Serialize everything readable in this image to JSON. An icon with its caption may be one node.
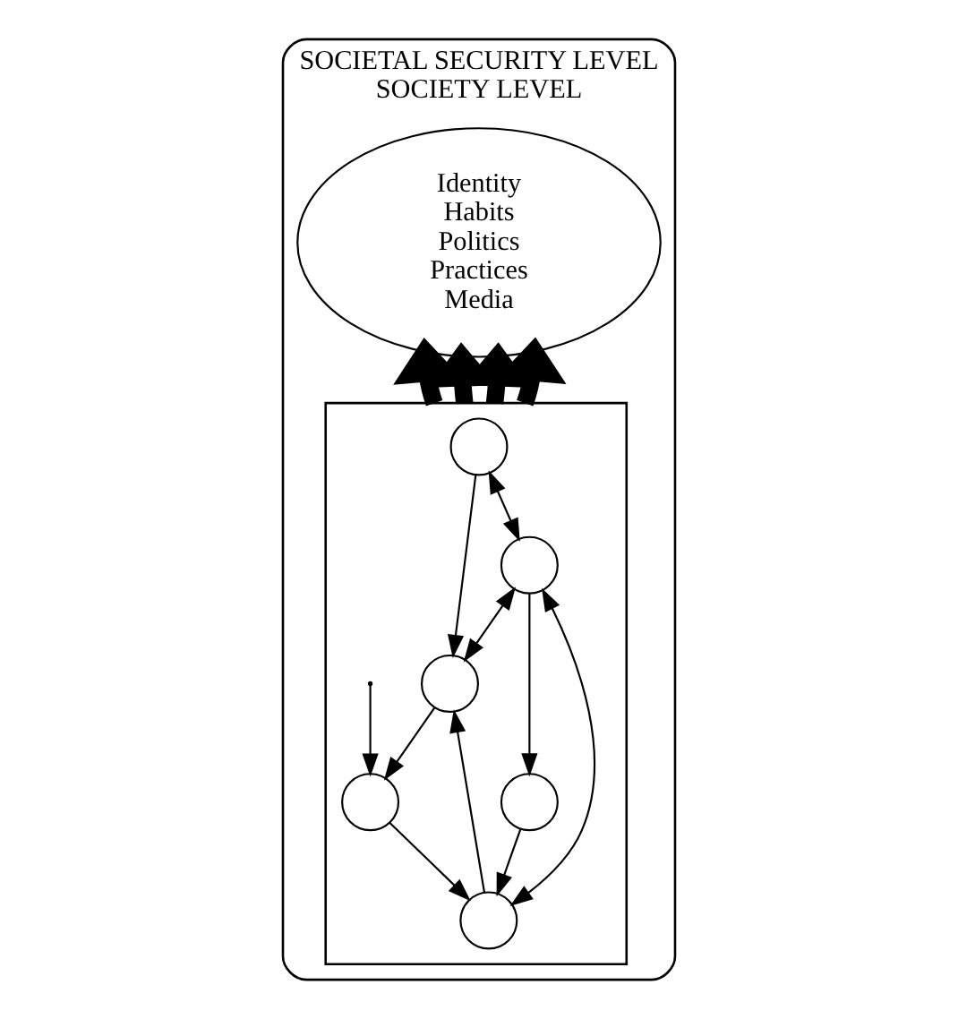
{
  "diagram": {
    "nodes": [
      {
        "text": [
          "SOCIETAL SECURITY LEVEL",
          "SOCIETY LEVEL"
        ]
      },
      {
        "text": [
          "Identity",
          "Habits",
          "Politics",
          "Practices",
          "Media"
        ],
        "in": 0
      },
      {
        "text": [],
        "shape": "box",
        "in": 0
      },
      {
        "text": [],
        "shape": "circle",
        "in": 2
      },
      {
        "text": [],
        "shape": "circle",
        "in": 2
      },
      {
        "text": [],
        "shape": "circle",
        "in": 2
      },
      {
        "text": [],
        "shape": "circle",
        "in": 2
      },
      {
        "text": [],
        "shape": "circle",
        "in": 2
      },
      {
        "text": [],
        "shape": "circle",
        "in": 2
      }
    ],
    "edges": [
      {
        "from": 3,
        "to": 4,
        "arrow": "to"
      },
      {
        "from": 3,
        "to": 5,
        "arrow": "both"
      },
      {
        "from": 5,
        "to": 4,
        "arrow": "both"
      },
      {
        "from": 5,
        "to": 6,
        "arrow": "to"
      },
      {
        "from": null,
        "to": 7,
        "arrow": "to"
      },
      {
        "from": 4,
        "to": 7,
        "arrow": "to"
      },
      {
        "from": 8,
        "to": 4,
        "arrow": "to"
      },
      {
        "from": 7,
        "to": 8,
        "arrow": "to"
      },
      {
        "from": 6,
        "to": 8,
        "arrow": "to"
      },
      {
        "from": 5,
        "to": 8,
        "arrow": "both"
      },
      {
        "from": 2,
        "to": 1,
        "arrow": "to",
        "style": "thick"
      },
      {
        "from": 2,
        "to": 1,
        "arrow": "to",
        "style": "thick"
      },
      {
        "from": 2,
        "to": 1,
        "arrow": "to",
        "style": "thick"
      },
      {
        "from": 2,
        "to": 1,
        "arrow": "to",
        "style": "thick"
      }
    ]
  }
}
